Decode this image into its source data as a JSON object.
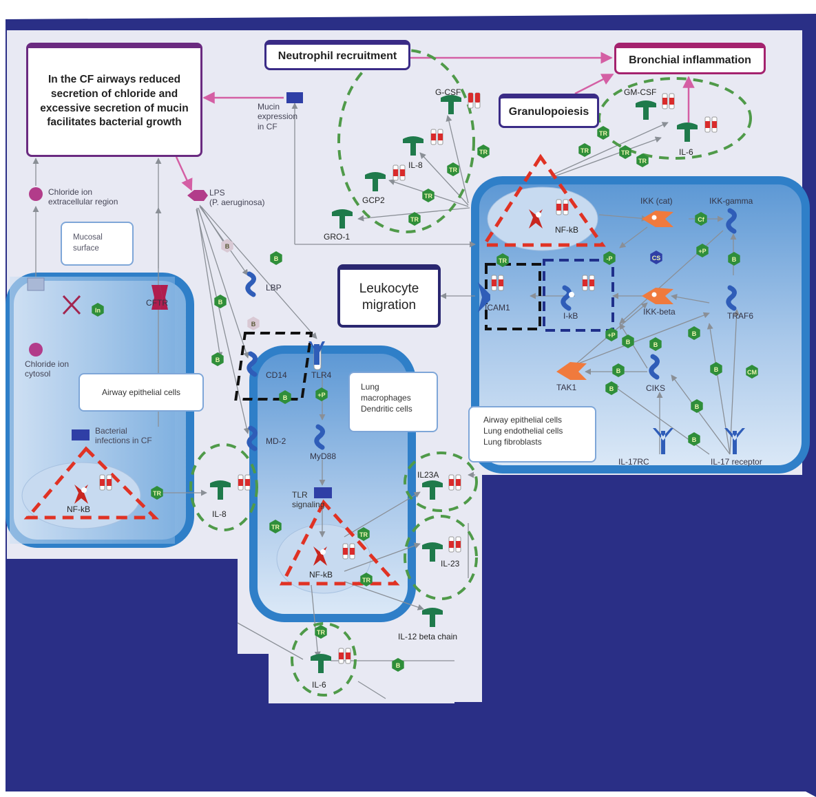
{
  "colors": {
    "frame": "#2a2f86",
    "canvas": "#e9eaf3",
    "cell_fill": "#7ba8d8",
    "cell_border": "#2f7fc8",
    "protein_green": "#1f7a4b",
    "hex_green": "#2f8e3a",
    "red_dashed": "#e03224",
    "green_dashed": "#4f9a49",
    "purple_box": "#6a2a80",
    "pink_arrow": "#d45fa4",
    "kinase_orange": "#f07a3d",
    "adapter_blue": "#2f5db8"
  },
  "processes": {
    "cf_airways": "In the CF airways reduced secretion of chloride and excessive secretion of mucin facilitates bacterial growth",
    "neutrophil": "Neutrophil recruitment",
    "bronchial": "Bronchial inflammation",
    "granulopoiesis": "Granulopoiesis",
    "leukocyte": "Leukocyte migration"
  },
  "notes": {
    "mucosal": "Mucosal surface",
    "airway_cells": "Airway epithelial cells",
    "lung_macrophages": [
      "Lung",
      "macrophages",
      "Dendritic cells"
    ],
    "airway_lung": [
      "Airway epithelial cells",
      "Lung endothelial cells",
      "Lung fibroblasts"
    ]
  },
  "labels": {
    "mucin": [
      "Mucin",
      "expression",
      "in CF"
    ],
    "chloride_extra": [
      "Chloride ion",
      "extracellular region"
    ],
    "chloride_cyto": [
      "Chloride ion",
      "cytosol"
    ],
    "lps": [
      "LPS",
      "(P. aeruginosa)"
    ],
    "bacterial": [
      "Bacterial",
      "infections in CF"
    ],
    "tlr_signaling": [
      "TLR",
      "signaling"
    ],
    "gcsf": "G-CSF",
    "gmcsf": "GM-CSF",
    "il8_top": "IL-8",
    "il6_top": "IL-6",
    "gcp2": "GCP2",
    "gro1": "GRO-1",
    "nfkb": "NF-kB",
    "ikk_cat": "IKK (cat)",
    "ikk_gamma": "IKK-gamma",
    "ikk_beta": "IKK-beta",
    "traf6": "TRAF6",
    "icam1": "ICAM1",
    "ikb": "I-kB",
    "tak1": "TAK1",
    "ciks": "CIKS",
    "il17rc": "IL-17RC",
    "il17r": "IL-17 receptor",
    "lbp": "LBP",
    "cd14": "CD14",
    "tlr4": "TLR4",
    "md2": "MD-2",
    "myd88": "MyD88",
    "cftr": "CFTR",
    "il8_left": "IL-8",
    "il23a": "IL23A",
    "il23": "IL-23",
    "il12b": "IL-12 beta chain",
    "il6_bottom": "IL-6"
  },
  "icons": [
    "receptor-icon",
    "cytokine-icon",
    "kinase-icon",
    "adapter-icon",
    "transcription-factor-icon",
    "channel-icon",
    "ligand-icon",
    "gene-expression-icon"
  ],
  "interaction_tags": [
    "TR",
    "B",
    "In",
    "+P",
    "-P",
    "Cf",
    "CS",
    "CM"
  ]
}
